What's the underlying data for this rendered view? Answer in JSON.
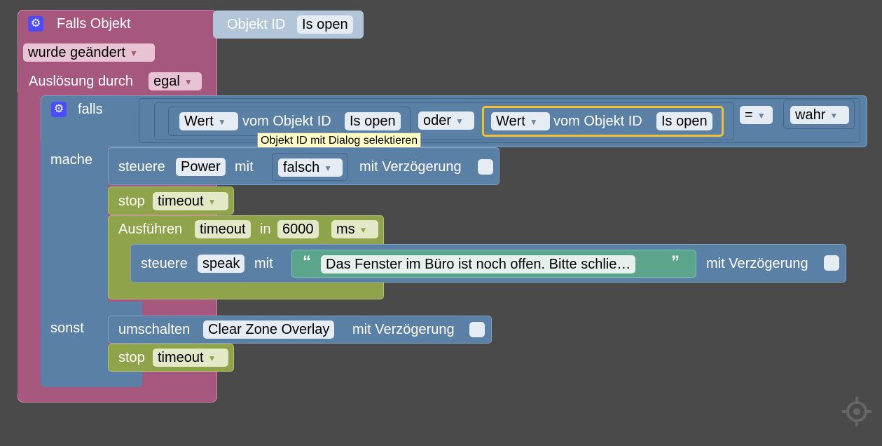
{
  "event_block": {
    "title": "Falls Objekt",
    "trigger": "wurde geändert",
    "trigger_by_label": "Auslösung durch",
    "trigger_by_value": "egal",
    "object_id_label": "Objekt ID",
    "object_id_value": "Is open"
  },
  "if_block": {
    "falls": "falls",
    "mache": "mache",
    "sonst": "sonst",
    "cond_left": {
      "wert": "Wert",
      "vom": "vom Objekt ID",
      "id": "Is open"
    },
    "oder": "oder",
    "cond_right": {
      "wert": "Wert",
      "vom": "vom Objekt ID",
      "id": "Is open"
    },
    "operator": "=",
    "compare_value": "wahr"
  },
  "tooltip": "Objekt ID mit Dialog selektieren",
  "control_power": {
    "steuere": "steuere",
    "target": "Power",
    "mit": "mit",
    "value": "falsch",
    "delay_label": "mit Verzögerung"
  },
  "stop1": {
    "label": "stop",
    "value": "timeout"
  },
  "timeout_block": {
    "label": "Ausführen",
    "name": "timeout",
    "in": "in",
    "amount": "6000",
    "unit": "ms"
  },
  "control_speak": {
    "steuere": "steuere",
    "target": "speak",
    "mit": "mit",
    "text": "Das Fenster im Büro ist noch offen. Bitte schlie…",
    "delay_label": "mit Verzögerung"
  },
  "toggle_block": {
    "label": "umschalten",
    "target": "Clear Zone Overlay",
    "delay_label": "mit Verzögerung"
  },
  "stop2": {
    "label": "stop",
    "value": "timeout"
  },
  "icons": {
    "gear": "gear-icon",
    "target": "target-icon"
  },
  "colors": {
    "background": "#4a4a4a",
    "event": "#a5577e",
    "logic": "#5b80a5",
    "timer": "#8fa34a",
    "text": "#5ba58c",
    "highlight": "#f2c12e"
  }
}
